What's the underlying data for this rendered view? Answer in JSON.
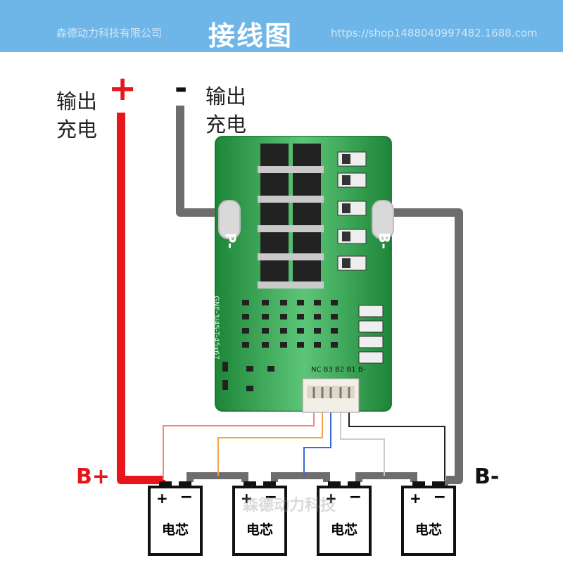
{
  "header": {
    "company": "森德动力科技有限公司",
    "title": "接线图",
    "url": "https://shop1488040997482.1688.com"
  },
  "labels": {
    "positive_sign": "+",
    "positive_text_line1": "输出",
    "positive_text_line2": "充电",
    "negative_sign": "-",
    "negative_text_line1": "输出",
    "negative_text_line2": "充电",
    "b_plus": "B+",
    "b_minus": "B-"
  },
  "board": {
    "pad_left": "P-",
    "pad_right": "B-",
    "model": "GNE-3/4S-T-45x67",
    "connector": "NC B3 B2 B1 B-"
  },
  "cells": [
    {
      "plus": "+",
      "minus": "−",
      "name": "电芯"
    },
    {
      "plus": "+",
      "minus": "−",
      "name": "电芯"
    },
    {
      "plus": "+",
      "minus": "−",
      "name": "电芯"
    },
    {
      "plus": "+",
      "minus": "−",
      "name": "电芯"
    }
  ],
  "watermark": "森德动力科技",
  "colors": {
    "banner": "#6fb6e8",
    "positive_wire": "#e8151b",
    "negative_wire": "#6d6d6d",
    "pcb": "#27b24a",
    "b_plus_text": "#e8151b",
    "b_minus_text": "#111111"
  }
}
